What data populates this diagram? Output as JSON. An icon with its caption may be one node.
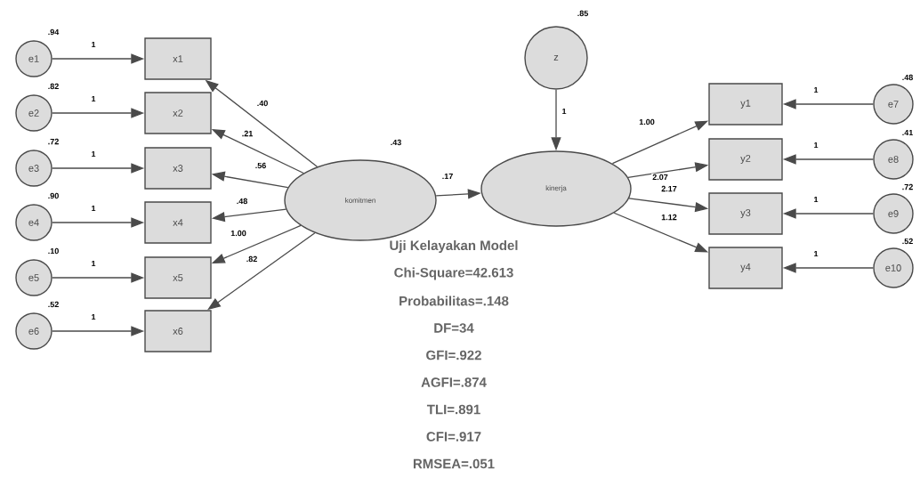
{
  "diagram": {
    "nodes": [
      {
        "text": [
          "e1"
        ],
        "beside": [
          ".94"
        ]
      },
      {
        "text": [
          "e2"
        ],
        "beside": [
          ".82"
        ]
      },
      {
        "text": [
          "e3"
        ],
        "beside": [
          ".72"
        ]
      },
      {
        "text": [
          "e4"
        ],
        "beside": [
          ".90"
        ]
      },
      {
        "text": [
          "e5"
        ],
        "beside": [
          ".10"
        ]
      },
      {
        "text": [
          "e6"
        ],
        "beside": [
          ".52"
        ]
      },
      {
        "text": [
          "x1"
        ]
      },
      {
        "text": [
          "x2"
        ]
      },
      {
        "text": [
          "x3"
        ]
      },
      {
        "text": [
          "x4"
        ]
      },
      {
        "text": [
          "x5"
        ]
      },
      {
        "text": [
          "x6"
        ]
      },
      {
        "text": [
          "komitmen"
        ],
        "beside": [
          ".43"
        ]
      },
      {
        "text": [
          "z"
        ],
        "beside": [
          ".85"
        ]
      },
      {
        "text": [
          "kinerja"
        ]
      },
      {
        "text": [
          "y1"
        ]
      },
      {
        "text": [
          "y2"
        ]
      },
      {
        "text": [
          "y3"
        ]
      },
      {
        "text": [
          "y4"
        ]
      },
      {
        "text": [
          "e7"
        ],
        "beside": [
          ".48"
        ]
      },
      {
        "text": [
          "e8"
        ],
        "beside": [
          ".41"
        ]
      },
      {
        "text": [
          "e9"
        ],
        "beside": [
          ".72"
        ]
      },
      {
        "text": [
          "e10"
        ],
        "beside": [
          ".52"
        ]
      }
    ],
    "edges": [
      {
        "from": 0,
        "to": 6,
        "arrow": "to",
        "label": "1"
      },
      {
        "from": 1,
        "to": 7,
        "arrow": "to",
        "label": "1"
      },
      {
        "from": 2,
        "to": 8,
        "arrow": "to",
        "label": "1"
      },
      {
        "from": 3,
        "to": 9,
        "arrow": "to",
        "label": "1"
      },
      {
        "from": 4,
        "to": 10,
        "arrow": "to",
        "label": "1"
      },
      {
        "from": 5,
        "to": 11,
        "arrow": "to",
        "label": "1"
      },
      {
        "from": 12,
        "to": 6,
        "arrow": "to",
        "label": ".40"
      },
      {
        "from": 12,
        "to": 7,
        "arrow": "to",
        "label": ".21"
      },
      {
        "from": 12,
        "to": 8,
        "arrow": "to",
        "label": ".56"
      },
      {
        "from": 12,
        "to": 9,
        "arrow": "to",
        "label": ".48"
      },
      {
        "from": 12,
        "to": 10,
        "arrow": "to",
        "label": "1.00"
      },
      {
        "from": 12,
        "to": 11,
        "arrow": "to",
        "label": ".82"
      },
      {
        "from": 12,
        "to": 14,
        "arrow": "to",
        "label": ".17"
      },
      {
        "from": 13,
        "to": 14,
        "arrow": "to",
        "label": "1"
      },
      {
        "from": 14,
        "to": 15,
        "arrow": "to",
        "label": "1.00"
      },
      {
        "from": 14,
        "to": 16,
        "arrow": "to",
        "label": "2.07"
      },
      {
        "from": 14,
        "to": 17,
        "arrow": "to",
        "label": "2.17"
      },
      {
        "from": 14,
        "to": 18,
        "arrow": "to",
        "label": "1.12"
      },
      {
        "from": 19,
        "to": 15,
        "arrow": "to",
        "label": "1"
      },
      {
        "from": 20,
        "to": 16,
        "arrow": "to",
        "label": "1"
      },
      {
        "from": 21,
        "to": 17,
        "arrow": "to",
        "label": "1"
      },
      {
        "from": 22,
        "to": 18,
        "arrow": "to",
        "label": "1"
      }
    ],
    "labels": [
      "Uji Kelayakan Model",
      "Chi-Square=42.613",
      "Probabilitas=.148",
      "DF=34",
      "GFI=.922",
      "AGFI=.874",
      "TLI=.891",
      "CFI=.917",
      "RMSEA=.051"
    ]
  }
}
